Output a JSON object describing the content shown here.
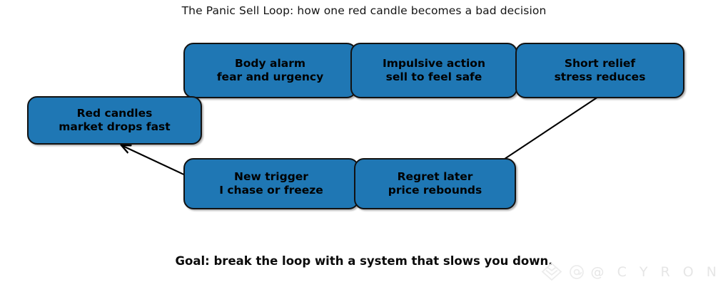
{
  "title": "The Panic Sell Loop: how one red candle becomes a bad decision",
  "caption": "Goal: break the loop with a system that slows you down.",
  "colors": {
    "node_fill": "#1f77b4",
    "node_border": "#121212",
    "text": "#000000",
    "background": "#ffffff",
    "watermark": "#e6e6e6"
  },
  "nodes": [
    {
      "id": "body-alarm",
      "line1": "Body alarm",
      "line2": "fear and urgency"
    },
    {
      "id": "impulsive",
      "line1": "Impulsive action",
      "line2": "sell to feel safe"
    },
    {
      "id": "short-relief",
      "line1": "Short relief",
      "line2": "stress reduces"
    },
    {
      "id": "red-candles",
      "line1": "Red candles",
      "line2": "market drops fast"
    },
    {
      "id": "new-trigger",
      "line1": "New trigger",
      "line2": "I chase or freeze"
    },
    {
      "id": "regret-later",
      "line1": "Regret later",
      "line2": "price rebounds"
    }
  ],
  "edges": [
    {
      "id": "red-candles-to-body-alarm",
      "from": "red-candles",
      "to": "body-alarm"
    },
    {
      "id": "body-alarm-to-impulsive",
      "from": "body-alarm",
      "to": "impulsive"
    },
    {
      "id": "impulsive-to-short-relief",
      "from": "impulsive",
      "to": "short-relief"
    },
    {
      "id": "short-relief-to-regret-later",
      "from": "short-relief",
      "to": "regret-later"
    },
    {
      "id": "regret-later-to-new-trigger",
      "from": "regret-later",
      "to": "new-trigger"
    },
    {
      "id": "new-trigger-to-red-candles",
      "from": "new-trigger",
      "to": "red-candles"
    }
  ],
  "watermark": {
    "handle": "@ C Y R O N"
  }
}
